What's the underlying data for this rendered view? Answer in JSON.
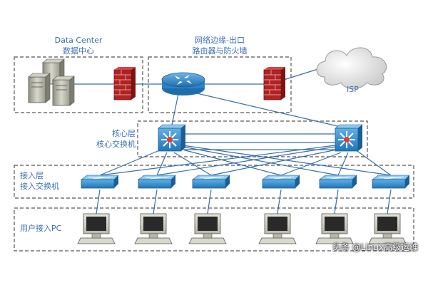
{
  "datacenter": {
    "title_en": "Data Center",
    "title_cn": "数据中心"
  },
  "edge": {
    "title_line1": "网络边缘-出口",
    "title_line2": "路由器与防火墙"
  },
  "isp": {
    "label": "ISP"
  },
  "core": {
    "label_line1": "核心层",
    "label_line2": "核心交换机"
  },
  "access": {
    "label_line1": "接入层",
    "label_line2": "接入交换机"
  },
  "users": {
    "label": "用户接入PC"
  },
  "watermark": "头条 @Linux高级运维",
  "colors": {
    "label_blue": "#3a6fb0",
    "device_blue": "#2f8ac8",
    "firewall_red": "#b22222",
    "dashed_border": "#555555"
  },
  "icons": [
    "server-icon",
    "firewall-icon",
    "router-icon",
    "cloud-icon",
    "core-switch-icon",
    "access-switch-icon",
    "pc-icon"
  ]
}
